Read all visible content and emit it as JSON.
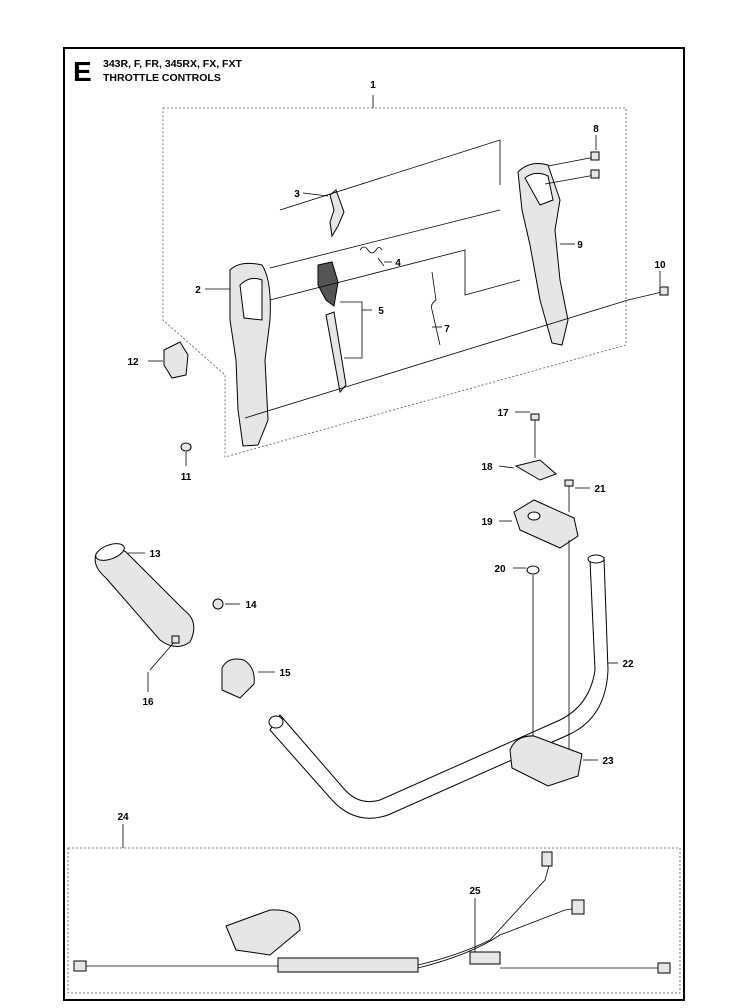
{
  "header": {
    "section_letter": "E",
    "models": "343R, F, FR, 345RX, FX, FXT",
    "title": "THROTTLE CONTROLS"
  },
  "callouts": [
    "1",
    "2",
    "3",
    "4",
    "5",
    "7",
    "8",
    "9",
    "10",
    "11",
    "12",
    "13",
    "14",
    "15",
    "16",
    "17",
    "18",
    "19",
    "20",
    "21",
    "22",
    "23",
    "24",
    "25"
  ]
}
